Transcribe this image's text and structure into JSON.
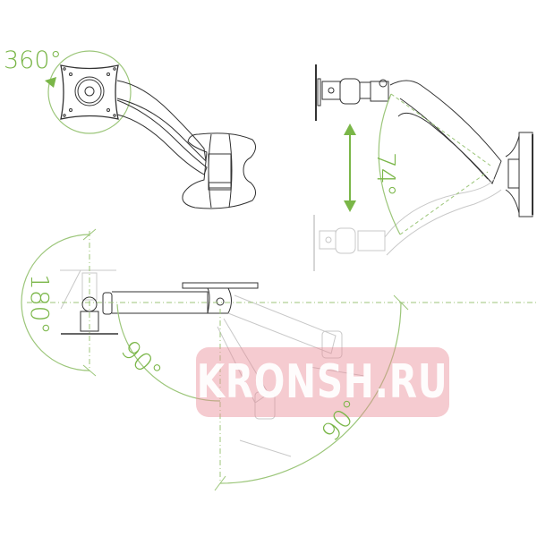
{
  "diagram": {
    "subject": "Gas-spring monitor arm range of motion",
    "accent_color": "#7ab648",
    "line_color": "#333333",
    "ghost_color": "#bfbfbf",
    "views": [
      {
        "name": "front-view",
        "rotation_label": "360°",
        "description": "VESA plate rotation"
      },
      {
        "name": "side-view",
        "tilt_label": "74°",
        "description": "Vertical lift range"
      },
      {
        "name": "top-view",
        "labels": [
          "180°",
          "90°",
          "90°"
        ],
        "description": "Swivel ranges"
      }
    ]
  },
  "labels": {
    "rotation": "360°",
    "lift": "74°",
    "base_swivel": "180°",
    "arm_swivel": "90°",
    "head_swivel": "90°"
  },
  "watermark": {
    "text": "KRONSH.RU",
    "color": "#e88c96"
  }
}
